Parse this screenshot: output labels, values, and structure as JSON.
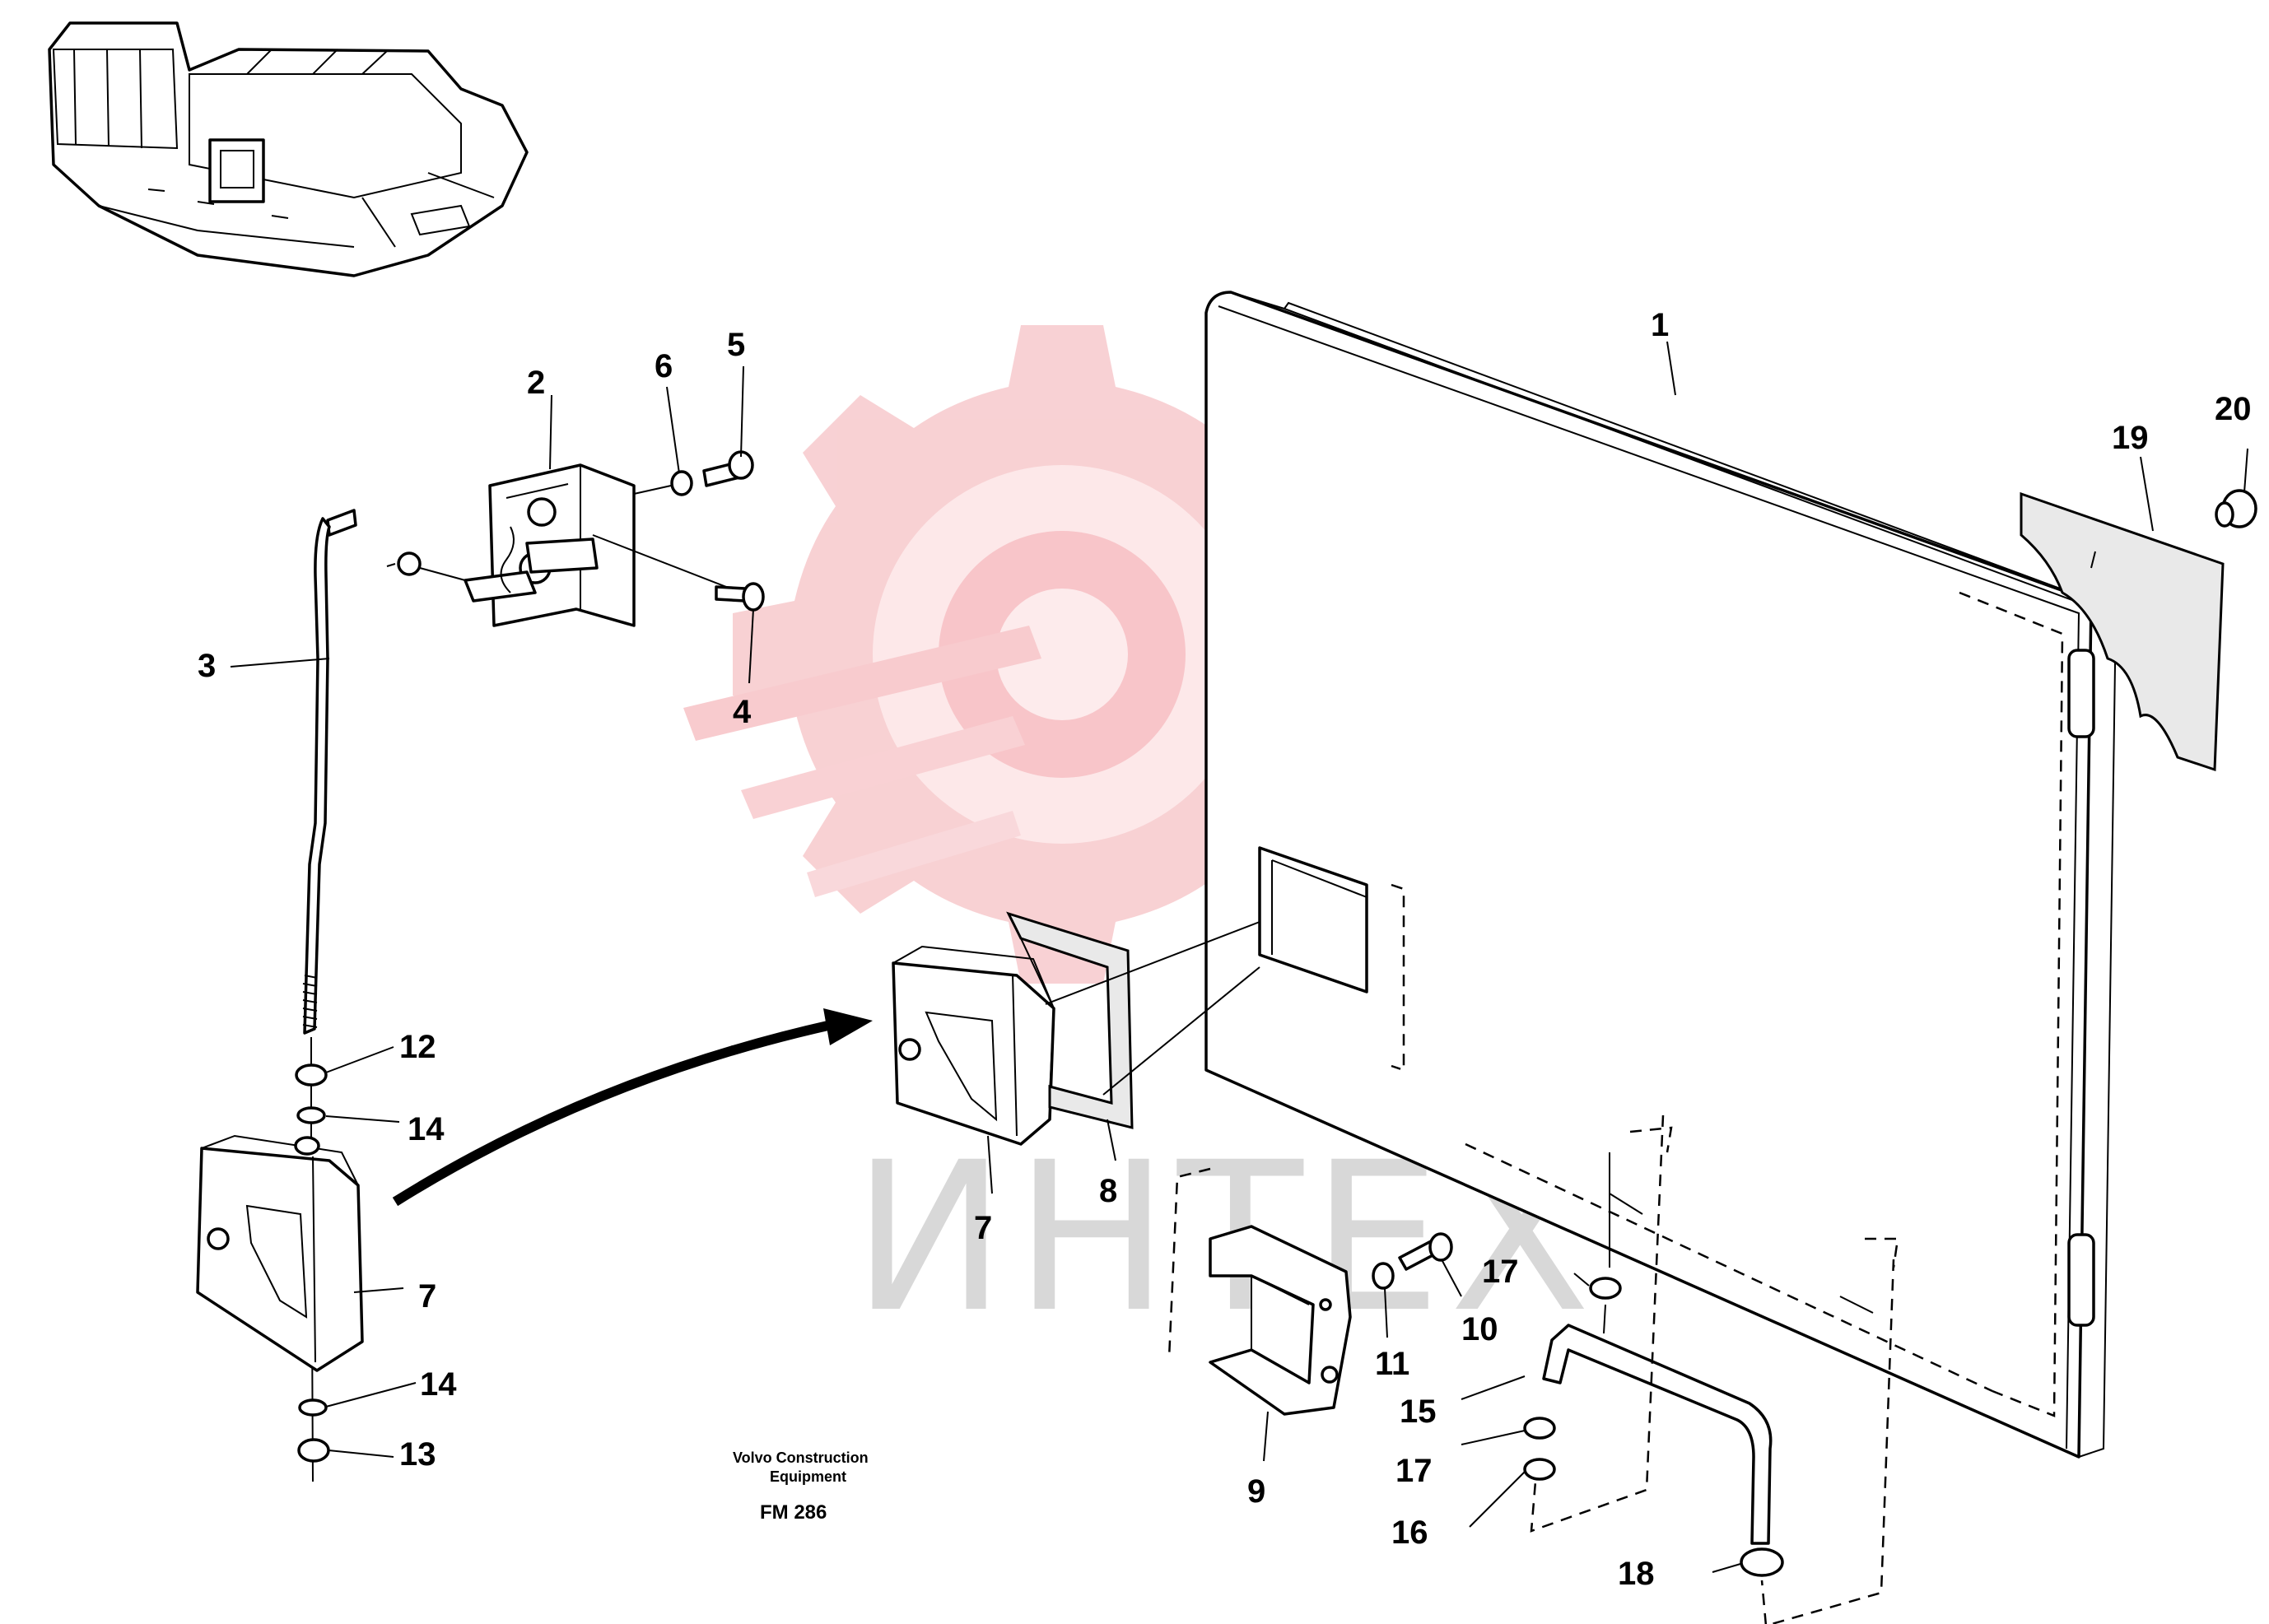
{
  "figure": {
    "code": "FM 286",
    "publisher_line1": "Volvo Construction",
    "publisher_line2": "Equipment",
    "watermark_text": "ИНТЕХ",
    "watermark_color": "#f7c9cc"
  },
  "callouts": [
    {
      "id": "1",
      "label": "1"
    },
    {
      "id": "2",
      "label": "2"
    },
    {
      "id": "3",
      "label": "3"
    },
    {
      "id": "4",
      "label": "4"
    },
    {
      "id": "5",
      "label": "5"
    },
    {
      "id": "6",
      "label": "6"
    },
    {
      "id": "7a",
      "label": "7"
    },
    {
      "id": "7b",
      "label": "7"
    },
    {
      "id": "8",
      "label": "8"
    },
    {
      "id": "9",
      "label": "9"
    },
    {
      "id": "10",
      "label": "10"
    },
    {
      "id": "11",
      "label": "11"
    },
    {
      "id": "12",
      "label": "12"
    },
    {
      "id": "13",
      "label": "13"
    },
    {
      "id": "14a",
      "label": "14"
    },
    {
      "id": "14b",
      "label": "14"
    },
    {
      "id": "15",
      "label": "15"
    },
    {
      "id": "16",
      "label": "16"
    },
    {
      "id": "17a",
      "label": "17"
    },
    {
      "id": "17b",
      "label": "17"
    },
    {
      "id": "18",
      "label": "18"
    },
    {
      "id": "19",
      "label": "19"
    },
    {
      "id": "20",
      "label": "20"
    }
  ]
}
